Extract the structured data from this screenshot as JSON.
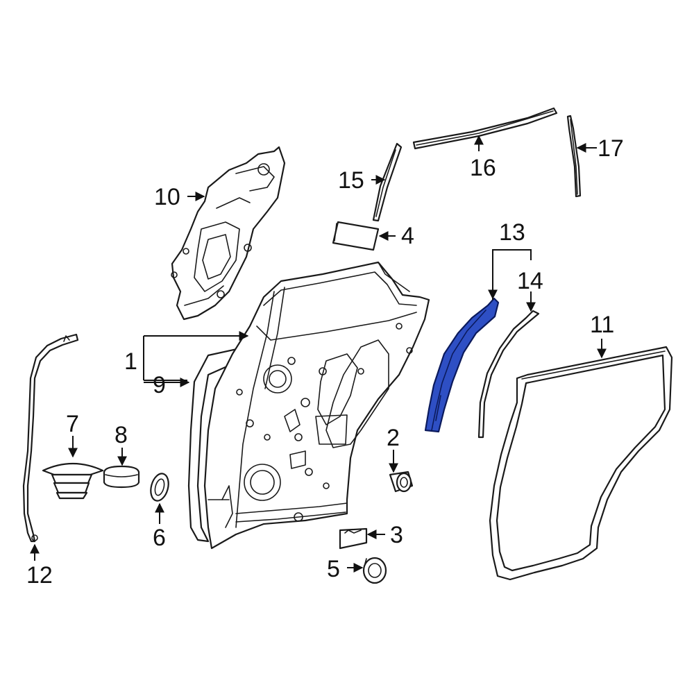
{
  "diagram": {
    "highlight_color": "#2e4fc4",
    "callouts": [
      {
        "id": "1",
        "label": "1"
      },
      {
        "id": "2",
        "label": "2"
      },
      {
        "id": "3",
        "label": "3"
      },
      {
        "id": "4",
        "label": "4"
      },
      {
        "id": "5",
        "label": "5"
      },
      {
        "id": "6",
        "label": "6"
      },
      {
        "id": "7",
        "label": "7"
      },
      {
        "id": "8",
        "label": "8"
      },
      {
        "id": "9",
        "label": "9"
      },
      {
        "id": "10",
        "label": "10"
      },
      {
        "id": "11",
        "label": "11"
      },
      {
        "id": "12",
        "label": "12"
      },
      {
        "id": "13",
        "label": "13"
      },
      {
        "id": "14",
        "label": "14"
      },
      {
        "id": "15",
        "label": "15"
      },
      {
        "id": "16",
        "label": "16"
      },
      {
        "id": "17",
        "label": "17"
      }
    ],
    "highlighted_part": "13"
  }
}
